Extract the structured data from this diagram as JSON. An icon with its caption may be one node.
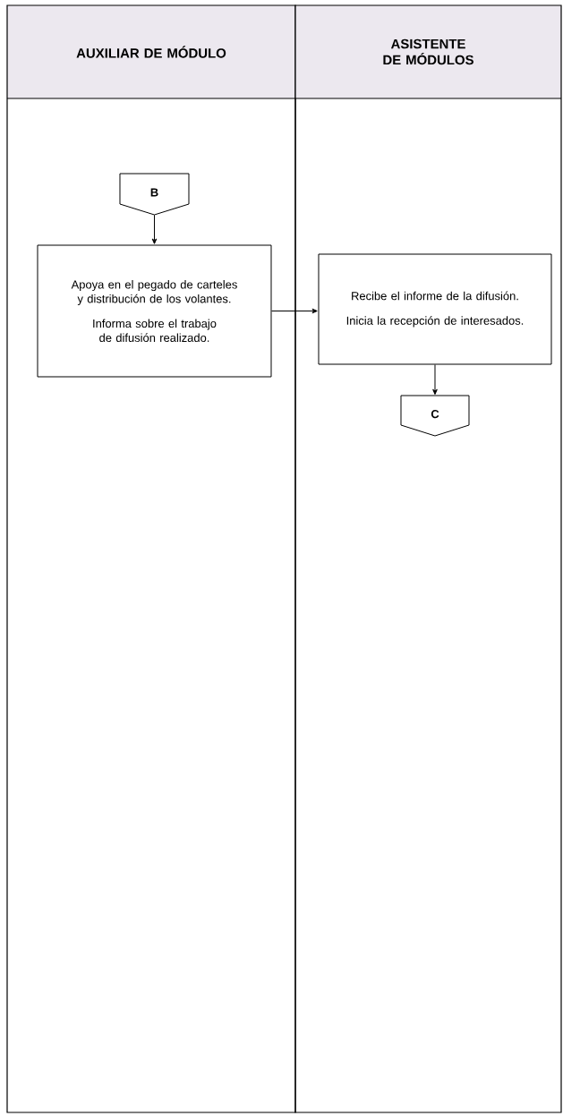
{
  "diagram": {
    "nodes": [
      {
        "text": [
          "AUXILIAR DE MÓDULO"
        ]
      },
      {
        "text": [
          "ASISTENTE DE MÓDULOS"
        ]
      },
      {
        "text": [
          "B"
        ],
        "in": 0
      },
      {
        "text": [
          "Apoya en el pegado de carteles y distribución de los volantes.",
          "Informa sobre el trabajo de difusión realizado."
        ],
        "in": 0
      },
      {
        "text": [
          "Recibe el informe de la difusión.",
          "Inicia la recepción de interesados."
        ],
        "in": 1
      },
      {
        "text": [
          "C"
        ],
        "in": 1
      }
    ],
    "edges": [
      {
        "from": 2,
        "to": 3,
        "arrow": "to"
      },
      {
        "from": 3,
        "to": 4,
        "arrow": "to"
      },
      {
        "from": 4,
        "to": 5,
        "arrow": "to"
      }
    ]
  }
}
